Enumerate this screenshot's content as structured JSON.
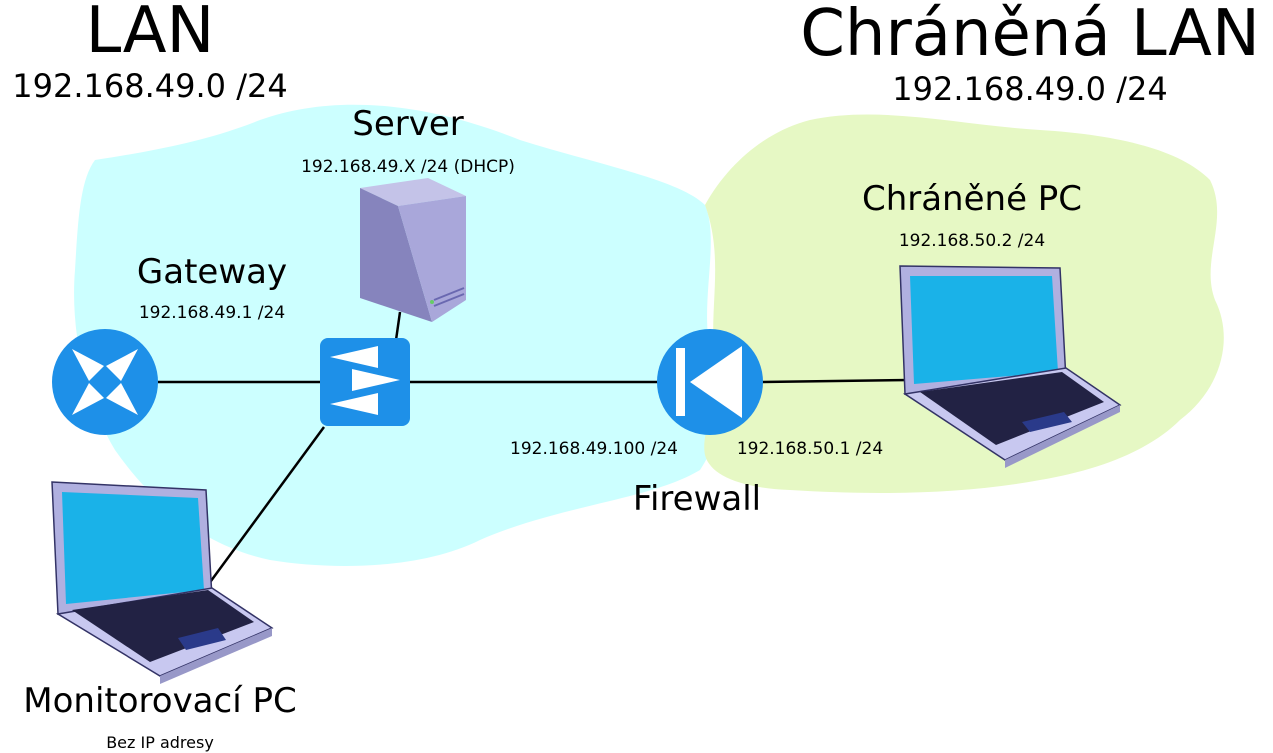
{
  "zones": {
    "lan": {
      "title": "LAN",
      "subnet": "192.168.49.0 /24",
      "color": "#ccffff"
    },
    "protected": {
      "title": "Chráněná LAN",
      "subnet": "192.168.49.0 /24",
      "color": "#e6f8c4"
    }
  },
  "devices": {
    "server": {
      "label": "Server",
      "ip": "192.168.49.X /24 (DHCP)"
    },
    "gateway": {
      "label": "Gateway",
      "ip": "192.168.49.1 /24"
    },
    "protected_pc": {
      "label": "Chráněné PC",
      "ip": "192.168.50.2 /24"
    },
    "firewall": {
      "label": "Firewall",
      "ip_lan": "192.168.49.100 /24",
      "ip_protected": "192.168.50.1 /24"
    },
    "monitor_pc": {
      "label": "Monitorovací PC",
      "note": "Bez IP adresy"
    }
  },
  "colors": {
    "device_blue": "#1e90e8",
    "screen_blue": "#1ab2e8",
    "laptop_body": "#c8c8f0",
    "server_body": "#9a98cf",
    "link": "#000000"
  },
  "icons": [
    "router-icon",
    "switch-icon",
    "firewall-icon",
    "server-icon",
    "laptop-icon"
  ]
}
